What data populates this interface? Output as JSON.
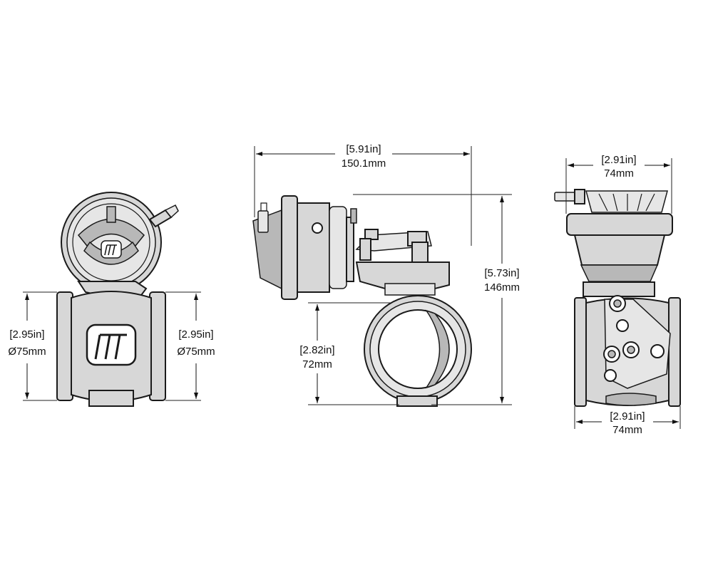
{
  "colors": {
    "line": "#111111",
    "body": "#d7d7d7",
    "body_light": "#e6e6e6",
    "body_dark": "#b8b8b8",
    "background": "#ffffff"
  },
  "front_view": {
    "inlet_dim": {
      "imperial": "[2.95in]",
      "metric": "Ø75mm"
    },
    "outlet_dim": {
      "imperial": "[2.95in]",
      "metric": "Ø75mm"
    }
  },
  "side_view": {
    "overall_width": {
      "imperial": "[5.91in]",
      "metric": "150.1mm"
    },
    "overall_height": {
      "imperial": "[5.73in]",
      "metric": "146mm"
    },
    "pipe_height": {
      "imperial": "[2.82in]",
      "metric": "72mm"
    }
  },
  "rear_view": {
    "top_width": {
      "imperial": "[2.91in]",
      "metric": "74mm"
    },
    "bottom_width": {
      "imperial": "[2.91in]",
      "metric": "74mm"
    }
  },
  "icons": [
    "logo-icon"
  ]
}
